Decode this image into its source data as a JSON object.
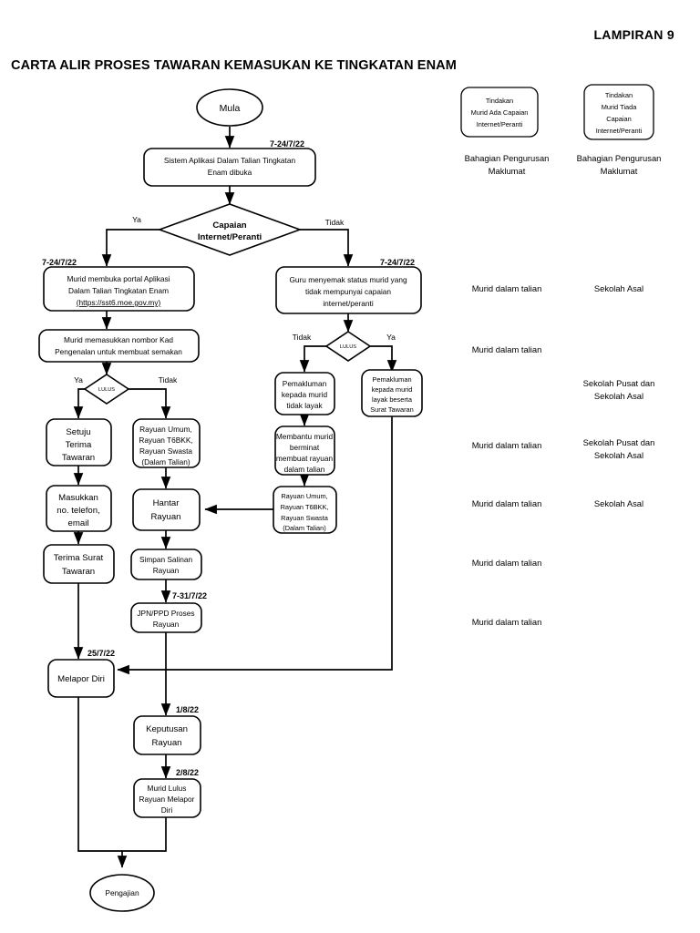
{
  "header": {
    "lampiran": "LAMPIRAN 9",
    "title": "CARTA ALIR PROSES TAWARAN KEMASUKAN KE TINGKATAN ENAM"
  },
  "legend": {
    "box_left": {
      "line1": "Tindakan",
      "line2": "Murid Ada Capaian",
      "line3": "Internet/Peranti",
      "caption_line1": "Bahagian Pengurusan",
      "caption_line2": "Maklumat"
    },
    "box_right": {
      "line1": "Tindakan",
      "line2": "Murid Tiada",
      "line3": "Capaian",
      "line4": "Internet/Peranti",
      "caption_line1": "Bahagian Pengurusan",
      "caption_line2": "Maklumat"
    }
  },
  "nodes": {
    "start": {
      "label": "Mula"
    },
    "system_open": {
      "line1": "Sistem Aplikasi Dalam Talian Tingkatan",
      "line2": "Enam dibuka",
      "date": "7-24/7/22"
    },
    "decision_capaian": {
      "line1": "Capaian",
      "line2": "Internet/Peranti",
      "branch_left": "Ya",
      "branch_right": "Tidak"
    },
    "murid_portal": {
      "line1": "Murid membuka portal Aplikasi",
      "line2": "Dalam Talian Tingkatan Enam",
      "line3": "(https://sst6.moe.gov.my)",
      "date": "7-24/7/22"
    },
    "murid_kad": {
      "line1": "Murid memasukkan nombor Kad",
      "line2": "Pengenalan untuk membuat semakan"
    },
    "guru_semak": {
      "line1": "Guru menyemak status murid yang",
      "line2": "tidak mempunyai capaian",
      "line3": "internet/peranti",
      "date": "7-24/7/22"
    },
    "decision_lulus_left": {
      "label": "LULUS",
      "branch_left": "Ya",
      "branch_right": "Tidak"
    },
    "decision_lulus_right": {
      "label": "LULUS",
      "branch_left": "Tidak",
      "branch_right": "Ya"
    },
    "setuju_terima": {
      "line1": "Setuju",
      "line2": "Terima",
      "line3": "Tawaran"
    },
    "rayuan_jenis_left": {
      "line1": "Rayuan Umum,",
      "line2": "Rayuan T6BKK,",
      "line3": "Rayuan Swasta",
      "line4": "(Dalam Talian)"
    },
    "pemakluman_tidak_layak": {
      "line1": "Pemakluman",
      "line2": "kepada murid",
      "line3": "tidak layak"
    },
    "pemakluman_layak": {
      "line1": "Pemakluman",
      "line2": "kepada murid",
      "line3": "layak beserta",
      "line4": "Surat Tawaran"
    },
    "masukkan_telefon": {
      "line1": "Masukkan",
      "line2": "no. telefon,",
      "line3": "email"
    },
    "hantar_rayuan": {
      "line1": "Hantar",
      "line2": "Rayuan"
    },
    "membantu_murid": {
      "line1": "Membantu murid",
      "line2": "berminat",
      "line3": "membuat rayuan",
      "line4": "dalam talian"
    },
    "rayuan_jenis_mid": {
      "line1": "Rayuan Umum,",
      "line2": "Rayuan T6BKK,",
      "line3": "Rayuan Swasta",
      "line4": "(Dalam Talian)"
    },
    "terima_surat": {
      "line1": "Terima Surat",
      "line2": "Tawaran"
    },
    "simpan_salinan": {
      "line1": "Simpan Salinan",
      "line2": "Rayuan"
    },
    "jpn_ppd": {
      "line1": "JPN/PPD Proses",
      "line2": "Rayuan",
      "date": "7-31/7/22"
    },
    "melapor_diri": {
      "line1": "Melapor Diri",
      "date": "25/7/22"
    },
    "keputusan_rayuan": {
      "line1": "Keputusan",
      "line2": "Rayuan",
      "date": "1/8/22"
    },
    "murid_lulus_melapor": {
      "line1": "Murid Lulus",
      "line2": "Rayuan Melapor",
      "line3": "Diri",
      "date": "2/8/22"
    },
    "end": {
      "label": "Pengajian"
    }
  },
  "side_labels": {
    "col1": [
      "Murid dalam talian",
      "Murid dalam talian",
      "Murid dalam talian",
      "Murid dalam talian",
      "Murid dalam talian",
      "Murid dalam talian"
    ],
    "col2": [
      "Sekolah Asal",
      "Sekolah Pusat dan",
      "Sekolah Asal",
      "Sekolah Pusat dan",
      "Sekolah Asal",
      "Sekolah Asal"
    ]
  },
  "colors": {
    "stroke": "#000000",
    "fill": "#ffffff",
    "text": "#000000"
  }
}
